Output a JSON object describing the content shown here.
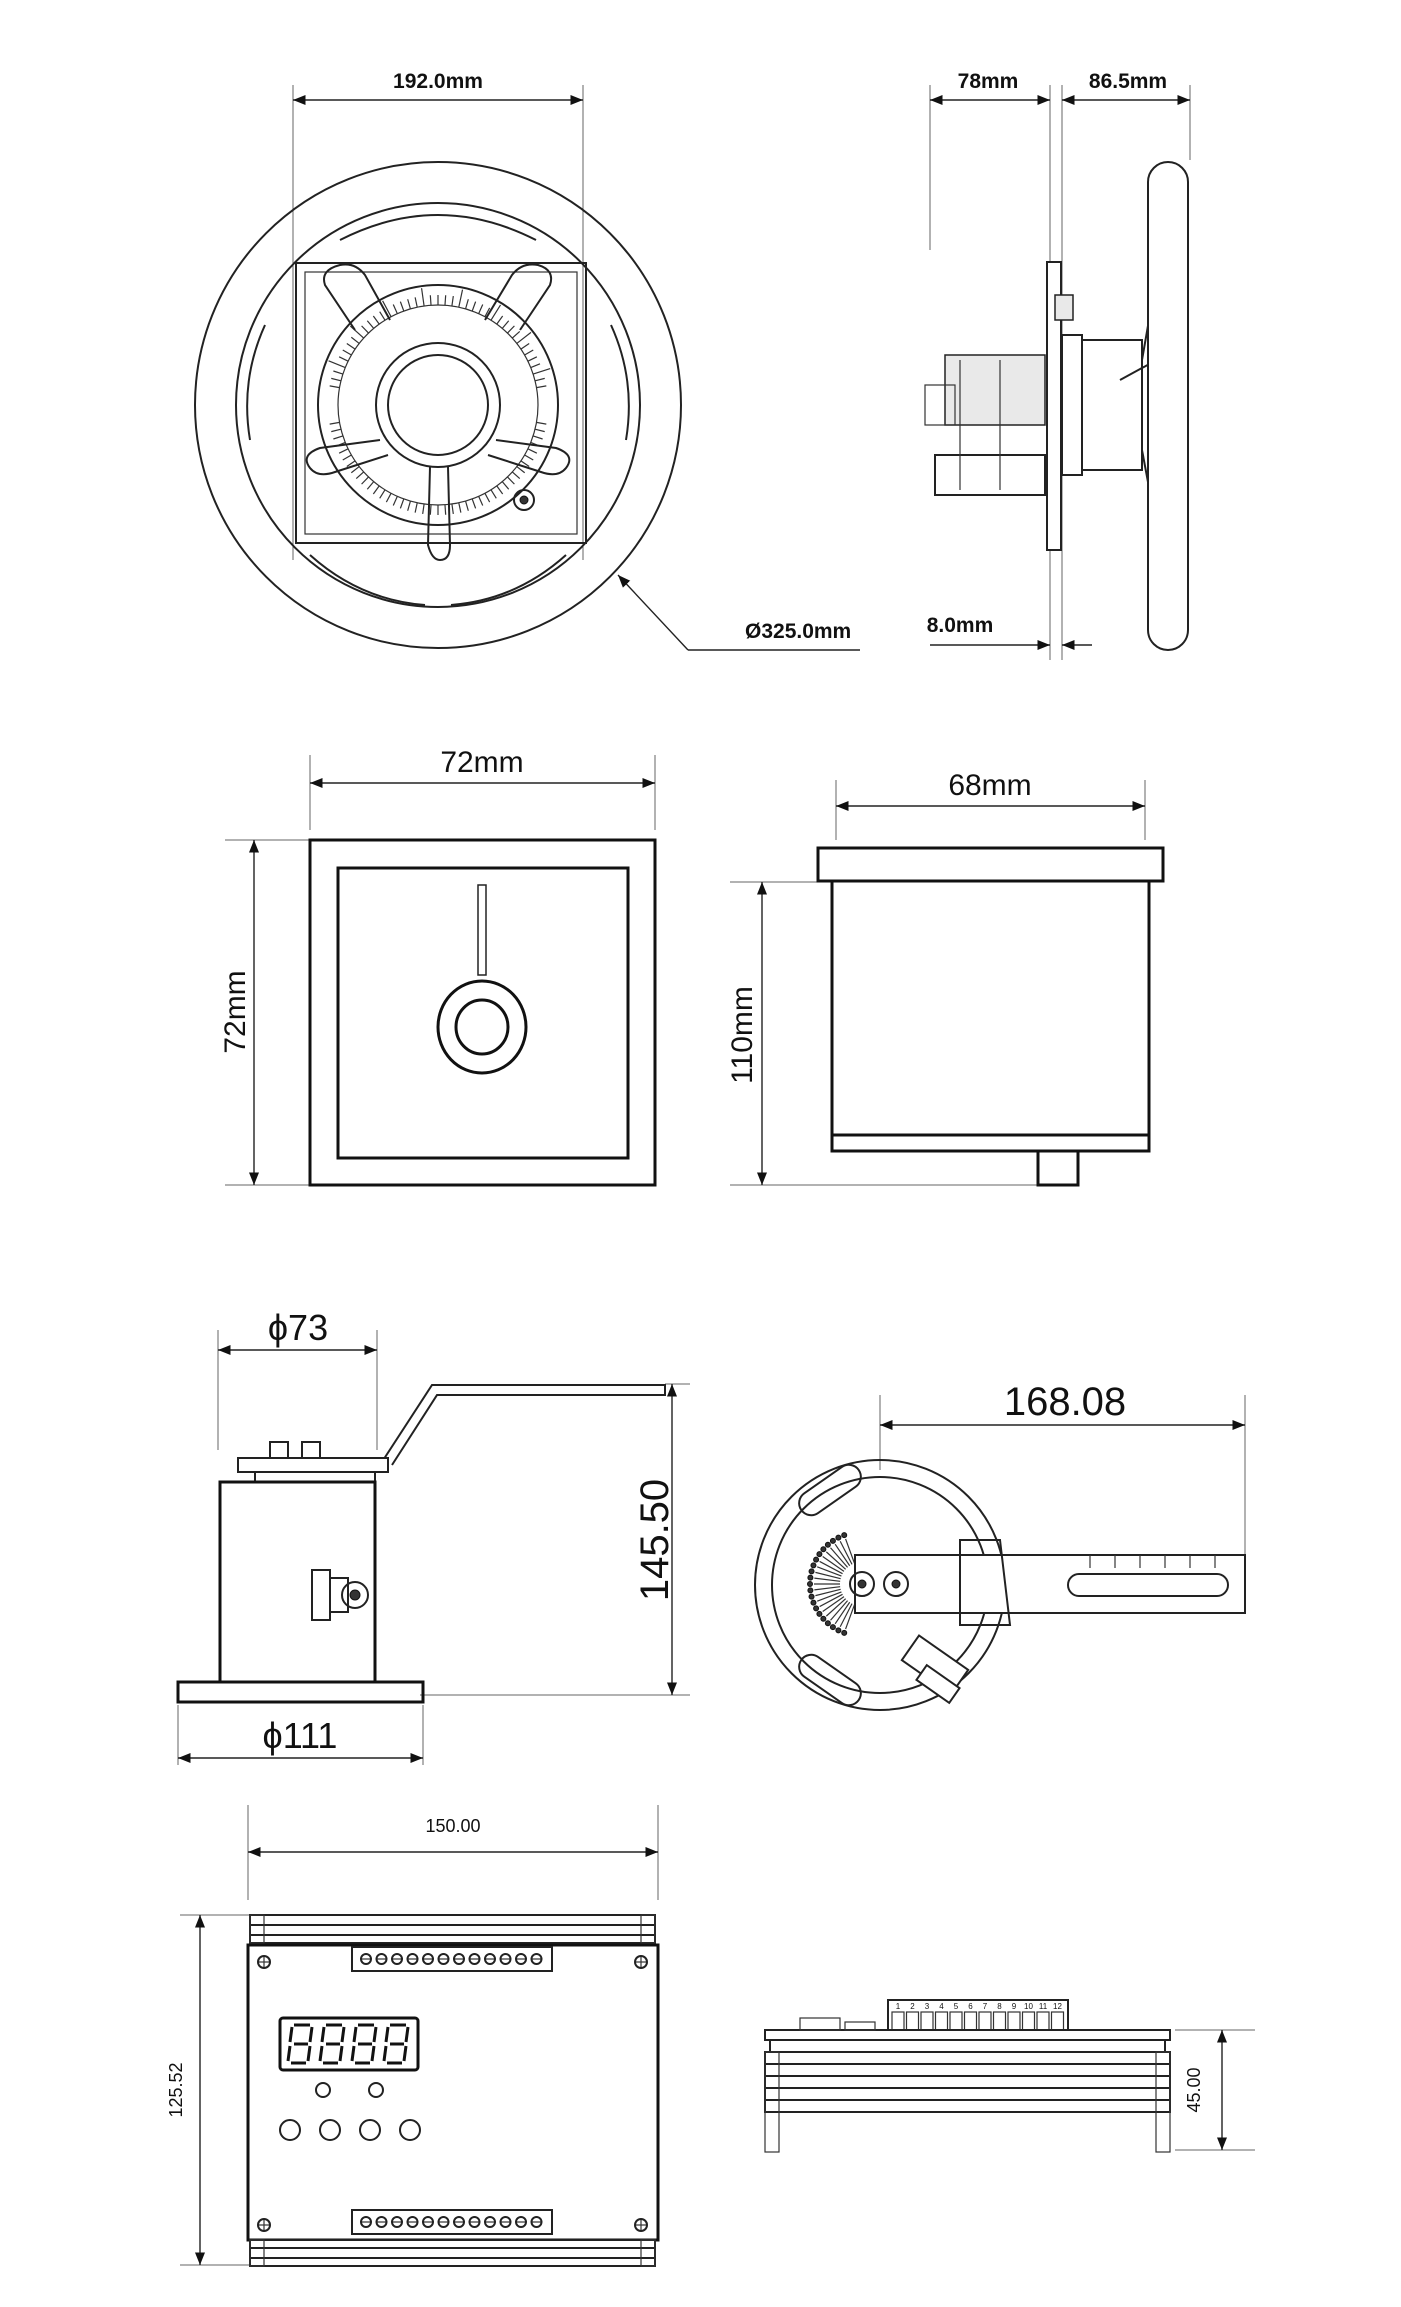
{
  "views": {
    "wheel_front": {
      "width_label": "192.0mm",
      "diameter_label": "Ø325.0mm"
    },
    "wheel_side": {
      "depth_label": "78mm",
      "wheel_offset_label": "86.5mm",
      "panel_label": "8.0mm"
    },
    "square_front": {
      "width_label": "72mm",
      "height_label": "72mm"
    },
    "square_side": {
      "width_label": "68mm",
      "height_label": "110mm"
    },
    "cyl_side": {
      "top_diameter_label": "ϕ73",
      "height_label": "145.50",
      "base_diameter_label": "ϕ111"
    },
    "cyl_top": {
      "arm_length_label": "168.08"
    },
    "box_front": {
      "width_label": "150.00",
      "height_label": "125.52"
    },
    "box_side": {
      "height_label": "45.00",
      "terminals": [
        "1",
        "2",
        "3",
        "4",
        "5",
        "6",
        "7",
        "8",
        "9",
        "10",
        "11",
        "12"
      ]
    }
  }
}
